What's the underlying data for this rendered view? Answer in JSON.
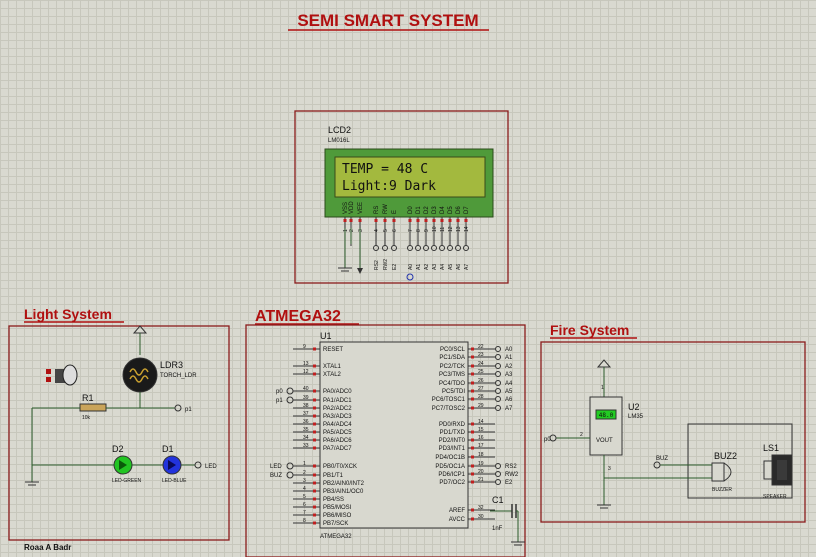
{
  "title": "SEMI SMART SYSTEM",
  "lcd": {
    "ref": "LCD2",
    "model": "LM016L",
    "line1": "TEMP = 48 C",
    "line2": "Light:9 Dark",
    "pins_top": [
      "VSS",
      "VDD",
      "VEE",
      "RS",
      "RW",
      "E",
      "D0",
      "D1",
      "D2",
      "D3",
      "D4",
      "D5",
      "D6",
      "D7"
    ],
    "pin_nums": [
      "1",
      "2",
      "3",
      "4",
      "5",
      "6",
      "7",
      "8",
      "9",
      "10",
      "11",
      "12",
      "13",
      "14"
    ],
    "nets": [
      "RS2",
      "RW2",
      "E2",
      "A0",
      "A1",
      "A2",
      "A3",
      "A4",
      "A5",
      "A6",
      "A7"
    ]
  },
  "light": {
    "title": "Light System",
    "ldr_ref": "LDR3",
    "ldr_model": "TORCH_LDR",
    "r_ref": "R1",
    "r_val": "10k",
    "net_p1": "p1",
    "d2_ref": "D2",
    "d2_model": "LED-GREEN",
    "d1_ref": "D1",
    "d1_model": "LED-BLUE",
    "net_led": "LED"
  },
  "mcu": {
    "title": "ATMEGA32",
    "ref": "U1",
    "model": "ATMEGA32",
    "left_pins": [
      "RESET",
      "XTAL1",
      "XTAL2",
      "PA0/ADC0",
      "PA1/ADC1",
      "PA2/ADC2",
      "PA3/ADC3",
      "PA4/ADC4",
      "PA5/ADC5",
      "PA6/ADC6",
      "PA7/ADC7",
      "PB0/T0/XCK",
      "PB1/T1",
      "PB2/AIN0/INT2",
      "PB3/AIN1/OC0",
      "PB4/SS",
      "PB5/MOSI",
      "PB6/MISO",
      "PB7/SCK"
    ],
    "left_nums": [
      "9",
      "13",
      "12",
      "40",
      "39",
      "38",
      "37",
      "36",
      "35",
      "34",
      "33",
      "1",
      "2",
      "3",
      "4",
      "5",
      "6",
      "7",
      "8"
    ],
    "right_pins": [
      "PC0/SCL",
      "PC1/SDA",
      "PC2/TCK",
      "PC3/TMS",
      "PC4/TDO",
      "PC5/TDI",
      "PC6/TOSC1",
      "PC7/TOSC2",
      "PD0/RXD",
      "PD1/TXD",
      "PD2/INT0",
      "PD3/INT1",
      "PD4/OC1B",
      "PD5/OC1A",
      "PD6/ICP1",
      "PD7/OC2",
      "AREF",
      "AVCC"
    ],
    "right_nums": [
      "22",
      "23",
      "24",
      "25",
      "26",
      "27",
      "28",
      "29",
      "14",
      "15",
      "16",
      "17",
      "18",
      "19",
      "20",
      "21",
      "32",
      "30"
    ],
    "right_nets": [
      "A0",
      "A1",
      "A2",
      "A3",
      "A4",
      "A5",
      "A6",
      "A7",
      "",
      "",
      "",
      "",
      "",
      "RS2",
      "RW2",
      "E2",
      "",
      ""
    ],
    "left_nets": {
      "p0": "p0",
      "p1": "p1",
      "led": "LED",
      "buz": "BUZ"
    },
    "c_ref": "C1",
    "c_val": "1nF"
  },
  "fire": {
    "title": "Fire System",
    "u2_ref": "U2",
    "u2_model": "LM35",
    "u2_reading": "48.0",
    "vout": "VOUT",
    "net_p0": "p0",
    "buz_ref": "BUZ2",
    "buz_model": "BUZZER",
    "buz_net": "BUZ",
    "ls_ref": "LS1",
    "ls_model": "SPEAKER"
  },
  "author": "Roaa A Badr",
  "colors": {
    "frame": "#8a1c1c",
    "title": "#b01010",
    "lcd_screen": "#9fb53a",
    "led_green": "#22c422",
    "led_blue": "#2233dd"
  }
}
